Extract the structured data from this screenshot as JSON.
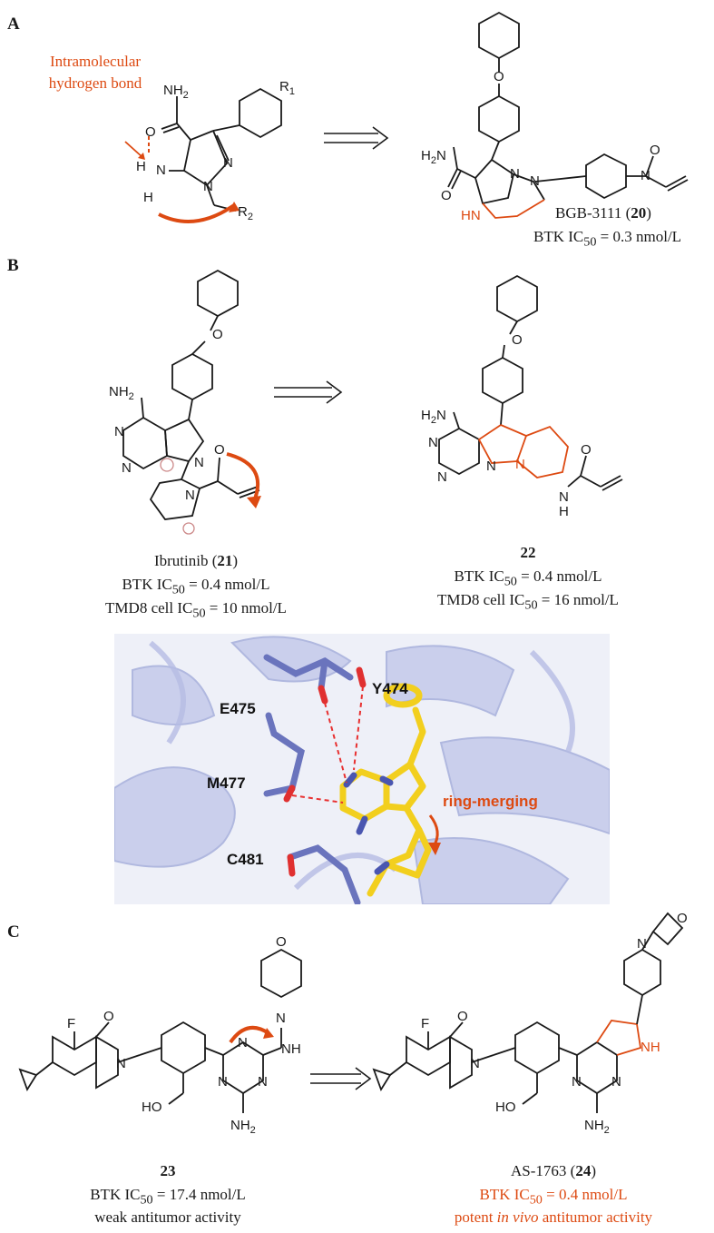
{
  "panels": {
    "a": "A",
    "b": "B",
    "c": "C"
  },
  "panel_a": {
    "annotation_line1": "Intramolecular",
    "annotation_line2": "hydrogen bond",
    "atoms": {
      "nh2": "NH",
      "nh2_sub": "2",
      "o": "O",
      "h": "H",
      "n": "N",
      "h2": "H",
      "r1": "R",
      "r1_sub": "1",
      "r2": "R",
      "r2_sub": "2"
    },
    "product_atoms": {
      "o": "O",
      "h2n": "H",
      "h2n_sub": "2",
      "h2n_n": "N",
      "o2": "O",
      "hn": "HN",
      "n": "N",
      "o3": "O"
    },
    "compound_name": "BGB-3111 (",
    "compound_id": "20",
    "compound_close": ")",
    "activity_pre": "BTK IC",
    "activity_sub": "50",
    "activity_post": " = 0.3 nmol/L"
  },
  "panel_b": {
    "left": {
      "name": "Ibrutinib (",
      "id": "21",
      "close": ")",
      "btk_pre": "BTK IC",
      "btk_sub": "50",
      "btk_post": " = 0.4 nmol/L",
      "cell_pre": "TMD8 cell IC",
      "cell_sub": "50",
      "cell_post": " = 10 nmol/L",
      "atoms": {
        "o": "O",
        "nh2": "NH",
        "nh2_sub": "2",
        "n": "N",
        "o2": "O"
      }
    },
    "right": {
      "id": "22",
      "btk_pre": "BTK IC",
      "btk_sub": "50",
      "btk_post": " = 0.4 nmol/L",
      "cell_pre": "TMD8 cell IC",
      "cell_sub": "50",
      "cell_post": " = 16 nmol/L",
      "atoms": {
        "o": "O",
        "h2n": "H",
        "h2n_sub": "2",
        "h2n_n": "N",
        "n": "N",
        "hn": "H",
        "o2": "O"
      }
    }
  },
  "protein_view": {
    "residues": [
      "E475",
      "Y474",
      "M477",
      "C481"
    ],
    "annotation": "ring-merging"
  },
  "panel_c": {
    "left": {
      "id": "23",
      "btk_pre": "BTK IC",
      "btk_sub": "50",
      "btk_post": " = 17.4 nmol/L",
      "activity": "weak antitumor activity",
      "atoms": {
        "f": "F",
        "o": "O",
        "n": "N",
        "ho": "HO",
        "nh": "NH",
        "nh2": "NH",
        "nh2_sub": "2",
        "n_morph": "N",
        "o_morph": "O"
      }
    },
    "right": {
      "name": "AS-1763 (",
      "id": "24",
      "close": ")",
      "btk_pre": "BTK IC",
      "btk_sub": "50",
      "btk_post": " = 0.4 nmol/L",
      "activity_pre": "potent ",
      "activity_em": "in vivo",
      "activity_post": " antitumor activity",
      "atoms": {
        "f": "F",
        "o": "O",
        "n": "N",
        "ho": "HO",
        "nh": "NH",
        "nh2": "NH",
        "nh2_sub": "2",
        "n_pip": "N",
        "o_ox": "O"
      }
    }
  },
  "colors": {
    "accent": "#dd4a12",
    "protein": "#8d97cf",
    "ligand": "#f2cf1e",
    "nitrogen": "#4a56b0",
    "oxygen": "#e03030"
  }
}
